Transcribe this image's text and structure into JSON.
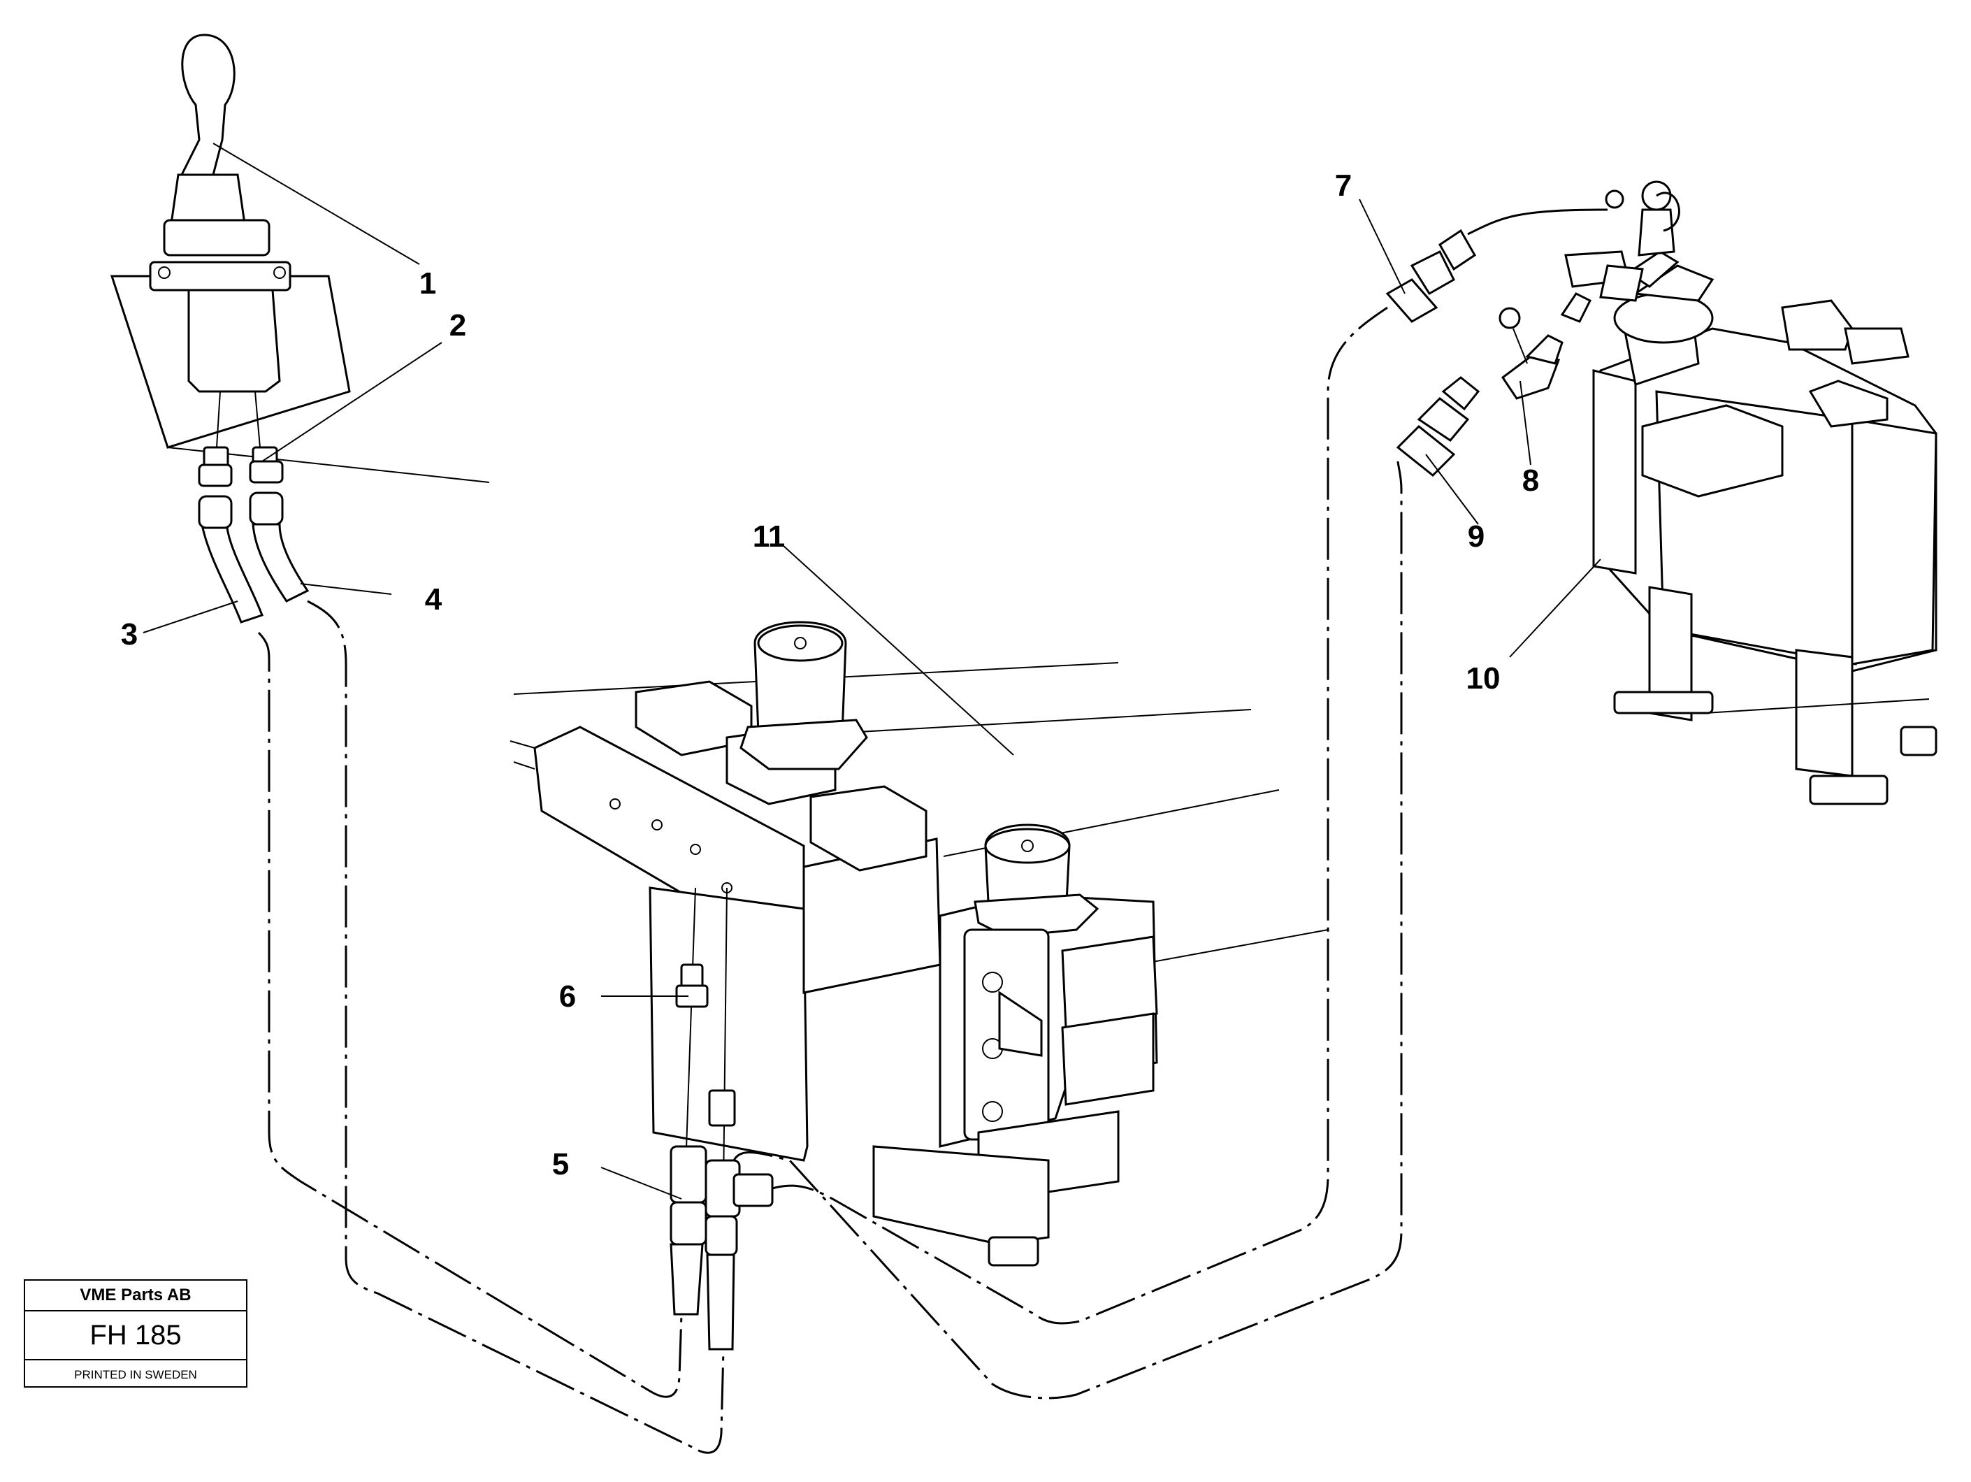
{
  "callouts": [
    {
      "id": "1",
      "label": "1"
    },
    {
      "id": "2",
      "label": "2"
    },
    {
      "id": "3",
      "label": "3"
    },
    {
      "id": "4",
      "label": "4"
    },
    {
      "id": "5",
      "label": "5"
    },
    {
      "id": "6",
      "label": "6"
    },
    {
      "id": "7",
      "label": "7"
    },
    {
      "id": "8",
      "label": "8"
    },
    {
      "id": "9",
      "label": "9"
    },
    {
      "id": "10",
      "label": "10"
    },
    {
      "id": "11",
      "label": "11"
    }
  ],
  "title_block": {
    "company": "VME Parts AB",
    "drawing_code": "FH 185",
    "printed": "PRINTED IN SWEDEN"
  }
}
